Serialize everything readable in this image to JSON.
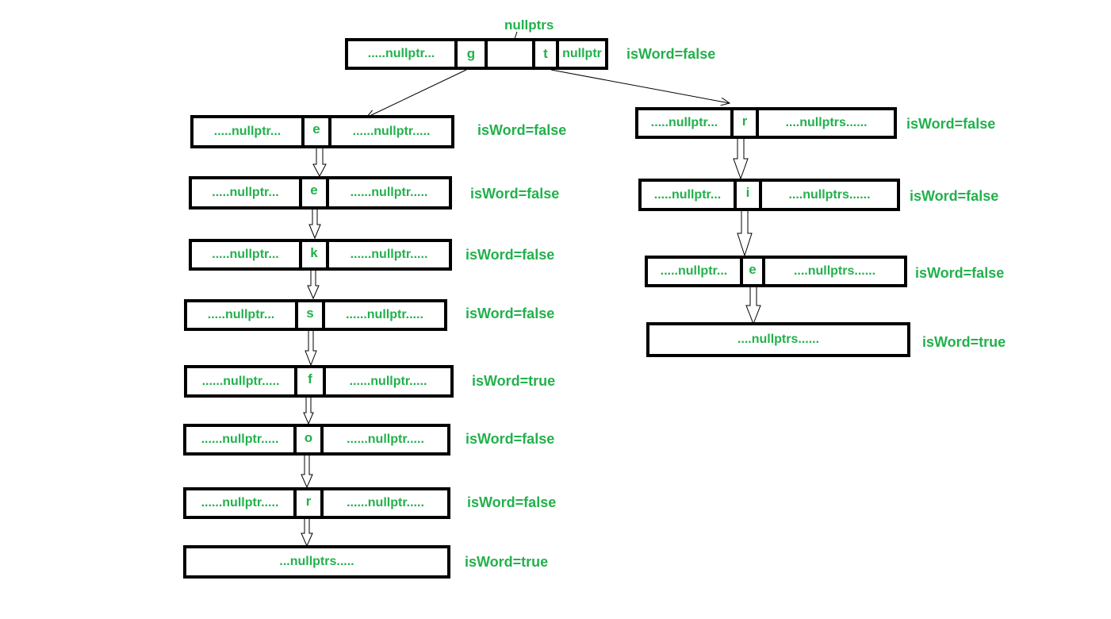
{
  "root": {
    "left": ".....nullptr...",
    "g": "g",
    "t": "t",
    "right": "nullptr",
    "flag": "isWord=false",
    "note": "nullptrs"
  },
  "left_chain": [
    {
      "left": ".....nullptr...",
      "letter": "e",
      "right": "......nullptr.....",
      "flag": "isWord=false"
    },
    {
      "left": ".....nullptr...",
      "letter": "e",
      "right": "......nullptr.....",
      "flag": "isWord=false"
    },
    {
      "left": ".....nullptr...",
      "letter": "k",
      "right": "......nullptr.....",
      "flag": "isWord=false"
    },
    {
      "left": ".....nullptr...",
      "letter": "s",
      "right": "......nullptr.....",
      "flag": "isWord=false"
    },
    {
      "left": "......nullptr.....",
      "letter": "f",
      "right": "......nullptr.....",
      "flag": "isWord=true"
    },
    {
      "left": "......nullptr.....",
      "letter": "o",
      "right": "......nullptr.....",
      "flag": "isWord=false"
    },
    {
      "left": "......nullptr.....",
      "letter": "r",
      "right": "......nullptr.....",
      "flag": "isWord=false"
    }
  ],
  "left_leaf": {
    "text": "...nullptrs.....",
    "flag": "isWord=true"
  },
  "right_chain": [
    {
      "left": ".....nullptr...",
      "letter": "r",
      "right": "....nullptrs......",
      "flag": "isWord=false"
    },
    {
      "left": ".....nullptr...",
      "letter": "i",
      "right": "....nullptrs......",
      "flag": "isWord=false"
    },
    {
      "left": ".....nullptr...",
      "letter": "e",
      "right": "....nullptrs......",
      "flag": "isWord=false"
    }
  ],
  "right_leaf": {
    "text": "....nullptrs......",
    "flag": "isWord=true"
  },
  "colors": {
    "text": "#22b14c",
    "border": "#000000"
  }
}
